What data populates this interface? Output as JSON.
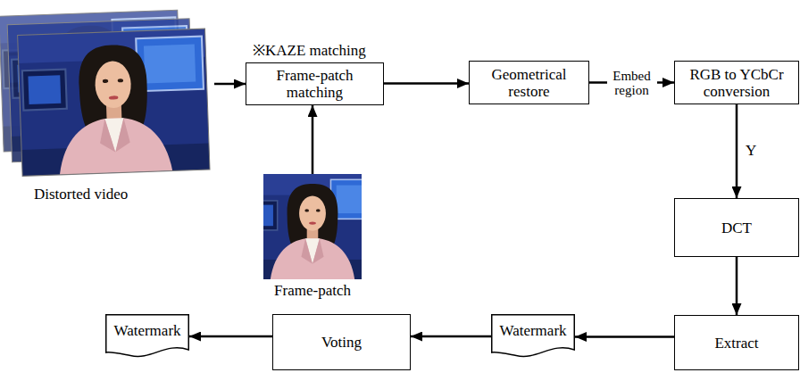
{
  "diagram": {
    "nodes": [
      {
        "text": [
          "Distorted video"
        ]
      },
      {
        "text": [
          "Frame-patch matching"
        ]
      },
      {
        "text": [
          "Frame-patch"
        ]
      },
      {
        "text": [
          "Geometrical restore"
        ]
      },
      {
        "text": [
          "RGB to YCbCr conversion"
        ]
      },
      {
        "text": [
          "DCT"
        ]
      },
      {
        "text": [
          "Extract"
        ]
      },
      {
        "text": [
          "Watermark"
        ]
      },
      {
        "text": [
          "Voting"
        ]
      },
      {
        "text": [
          "Watermark"
        ]
      }
    ],
    "edges": [
      {
        "from": 0,
        "to": 1,
        "arrow": "to"
      },
      {
        "from": 2,
        "to": 1,
        "arrow": "to"
      },
      {
        "from": 1,
        "to": 3,
        "arrow": "to"
      },
      {
        "from": 3,
        "to": 4,
        "label": "Embed region",
        "arrow": "to"
      },
      {
        "from": 4,
        "to": 5,
        "label": "Y",
        "arrow": "to"
      },
      {
        "from": 5,
        "to": 6,
        "arrow": "to"
      },
      {
        "from": 6,
        "to": 7,
        "arrow": "to"
      },
      {
        "from": 7,
        "to": 8,
        "arrow": "to"
      },
      {
        "from": 8,
        "to": 9,
        "arrow": "to"
      }
    ],
    "labels": [
      "※KAZE matching"
    ]
  }
}
